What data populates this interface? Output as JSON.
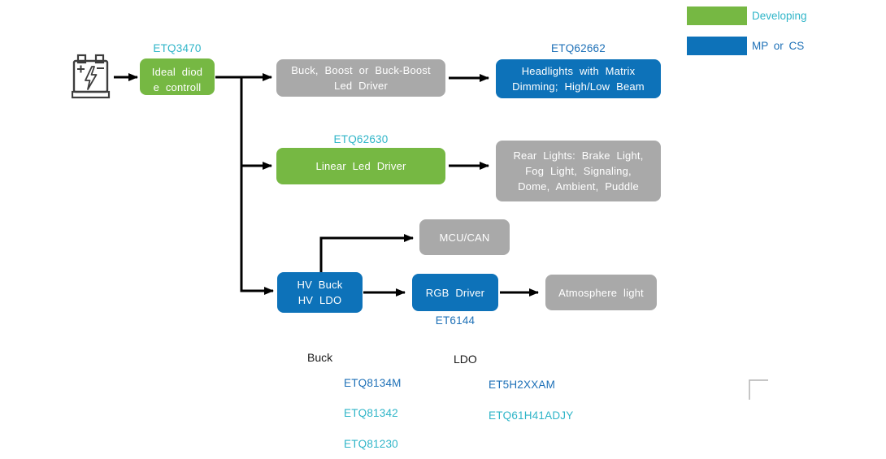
{
  "colors": {
    "developing_green": "#76b843",
    "mp_cs_blue": "#0d72b9",
    "box_gray": "#a9a9a9",
    "developing_text_cyan": "#2fb5c8",
    "mp_text_blue": "#1d70b7",
    "arrow_black": "#000000"
  },
  "legend": {
    "developing": {
      "label": "Developing"
    },
    "mp_cs": {
      "label": "MP or CS"
    }
  },
  "diagram": {
    "battery": {
      "icon": "car-battery-icon"
    },
    "ideal_diode": {
      "part": "ETQ3470",
      "label": "Ideal diod\ne controll"
    },
    "buck_boost": {
      "label": "Buck, Boost or Buck-Boost\nLed Driver"
    },
    "headlights": {
      "part": "ETQ62662",
      "label": "Headlights with Matrix\nDimming; High/Low Beam"
    },
    "linear_driver": {
      "part": "ETQ62630",
      "label": "Linear Led Driver"
    },
    "rear_lights": {
      "label": "Rear Lights:  Brake Light,\nFog Light, Signaling,\nDome, Ambient, Puddle"
    },
    "mcu_can": {
      "label": "MCU/CAN"
    },
    "hv_buck": {
      "label": "HV Buck\nHV LDO"
    },
    "rgb_driver": {
      "label": "RGB Driver",
      "part": "ET6144"
    },
    "atmosphere": {
      "label": "Atmosphere light"
    }
  },
  "part_lists": {
    "buck": {
      "title": "Buck",
      "items": [
        {
          "name": "ETQ8134M",
          "status": "mp_or_cs"
        },
        {
          "name": "ETQ81342",
          "status": "developing"
        },
        {
          "name": "ETQ81230",
          "status": "developing"
        }
      ]
    },
    "ldo": {
      "title": "LDO",
      "items": [
        {
          "name": "ET5H2XXAM",
          "status": "mp_or_cs"
        },
        {
          "name": "ETQ61H41ADJY",
          "status": "developing"
        }
      ]
    }
  }
}
